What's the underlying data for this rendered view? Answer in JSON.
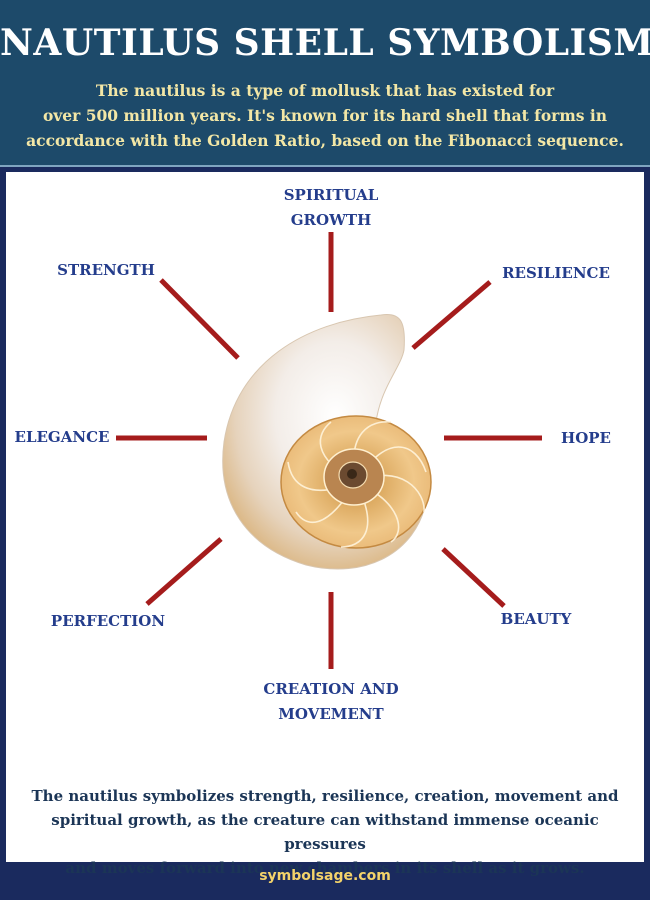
{
  "header": {
    "title": "NAUTILUS SHELL SYMBOLISM",
    "intro_lines": [
      "The nautilus is a type of mollusk that has existed for",
      "over 500 million years. It's known for its hard shell that forms in",
      "accordance with the Golden Ratio, based on the Fibonacci sequence."
    ]
  },
  "diagram": {
    "center_image": "nautilus-shell",
    "line_color": "#a51c1c",
    "label_color": "#243d8c",
    "labels": {
      "top": [
        "SPIRITUAL",
        "GROWTH"
      ],
      "top_left": [
        "STRENGTH"
      ],
      "top_right": [
        "RESILIENCE"
      ],
      "left": [
        "ELEGANCE"
      ],
      "right": [
        "HOPE"
      ],
      "bottom_left": [
        "PERFECTION"
      ],
      "bottom_right": [
        "BEAUTY"
      ],
      "bottom": [
        "CREATION AND",
        "MOVEMENT"
      ]
    }
  },
  "summary_lines": [
    "The nautilus symbolizes strength, resilience, creation, movement and",
    "spiritual growth, as the creature can withstand immense oceanic pressures",
    "and moves forward into new chambers in its shell as it grows."
  ],
  "footer": {
    "source": "symbolsage.com"
  }
}
